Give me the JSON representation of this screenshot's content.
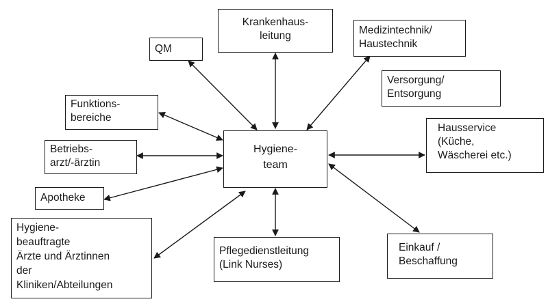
{
  "nodes": {
    "hygieneteam": "Hygiene-\nteam",
    "krankenhausleitung": "Krankenhaus-\nleitung",
    "qm": "QM",
    "medizintechnik": "Medizintechnik/\nHaustechnik",
    "versorgung": "Versorgung/\nEntsorgung",
    "funktionsbereiche": "Funktions-\nbereiche",
    "hausservice": "Hausservice\n(Küche,\nWäscherei etc.)",
    "betriebsarzt": "Betriebs-\narzt/-ärztin",
    "apotheke": "Apotheke",
    "hygienebeauftragte": "Hygiene-\nbeauftragte\nÄrzte und Ärztinnen\nder\nKliniken/Abteilungen",
    "pflegedienstleitung": "Pflegedienstleitung\n(Link Nurses)",
    "einkauf": "Einkauf /\nBeschaffung"
  },
  "colors": {
    "line": "#1a1a1a",
    "box_border": "#1a1a1a",
    "background": "#ffffff"
  }
}
